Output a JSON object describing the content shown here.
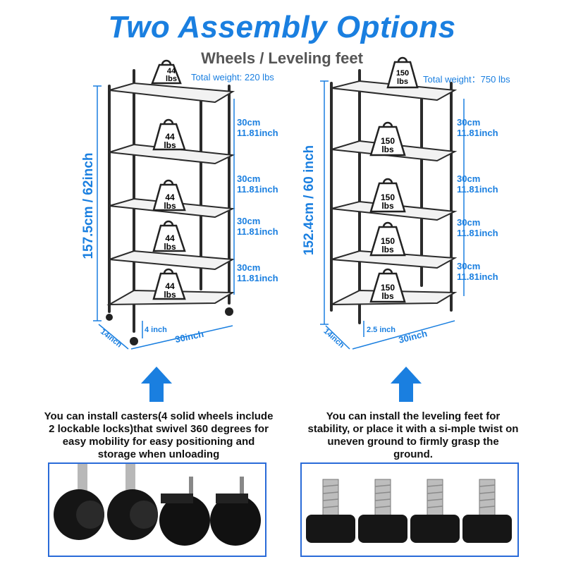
{
  "title": "Two Assembly Options",
  "subtitle": "Wheels / Leveling feet",
  "left_shelf": {
    "total_weight": "Total weight: 220 lbs",
    "shelf_load_num": "44",
    "shelf_load_unit": "lbs",
    "height": "157.5cm / 62inch",
    "spacing_cm": "30cm",
    "spacing_in": "11.81inch",
    "bottom_gap": "4 inch",
    "width": "30inch",
    "depth": "14inch",
    "description": "You can install casters(4 solid wheels include 2 lockable locks)that swivel 360 degrees for easy mobility for easy positioning and storage when unloading"
  },
  "right_shelf": {
    "total_weight": "Total weight：750 lbs",
    "shelf_load_num": "150",
    "shelf_load_unit": "lbs",
    "height": "152.4cm / 60 inch",
    "spacing_cm": "30cm",
    "spacing_in": "11.81inch",
    "bottom_gap": "2.5 inch",
    "width": "30inch",
    "depth": "14inch",
    "description": "You can install the leveling feet for stability, or place it with a si-mple twist on uneven ground to firmly grasp the ground."
  },
  "colors": {
    "accent": "#1a7fe0",
    "frame": "#2b2b2b",
    "photo_border": "#2a6bd8"
  },
  "icons": [
    "weight-icon",
    "up-arrow-icon",
    "caster-wheel-icon",
    "leveling-foot-icon"
  ]
}
